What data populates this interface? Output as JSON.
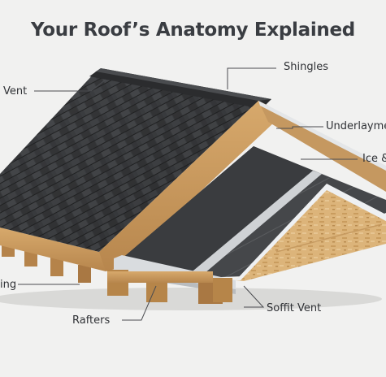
{
  "title": "Your Roof’s Anatomy Explained",
  "labels": {
    "ridge_vent": "Vent",
    "shingles": "Shingles",
    "underlayment": "Underlayment",
    "ice_water": "Ice &",
    "sheathing": "ing",
    "rafters": "Rafters",
    "soffit_vent": "Soffit Vent"
  },
  "colors": {
    "shingle": "#3b3d40",
    "shingle_dark": "#2a2b2d",
    "wood": "#c99a5f",
    "osb": "#d8b37a",
    "flashing": "#d9dcdf",
    "background": "#f1f1f0"
  }
}
